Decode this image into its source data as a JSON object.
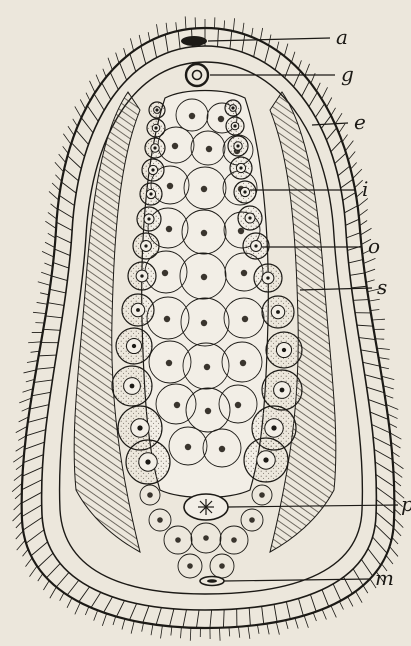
{
  "figure": {
    "background": "#ece7dc",
    "ink": "#1c1a16",
    "cell_fill": "#f2eee6",
    "stipple": "#6a6258",
    "labels": {
      "a": "a",
      "g": "g",
      "e": "e",
      "i": "i",
      "o": "o",
      "s": "s",
      "p": "p",
      "m": "m"
    }
  }
}
